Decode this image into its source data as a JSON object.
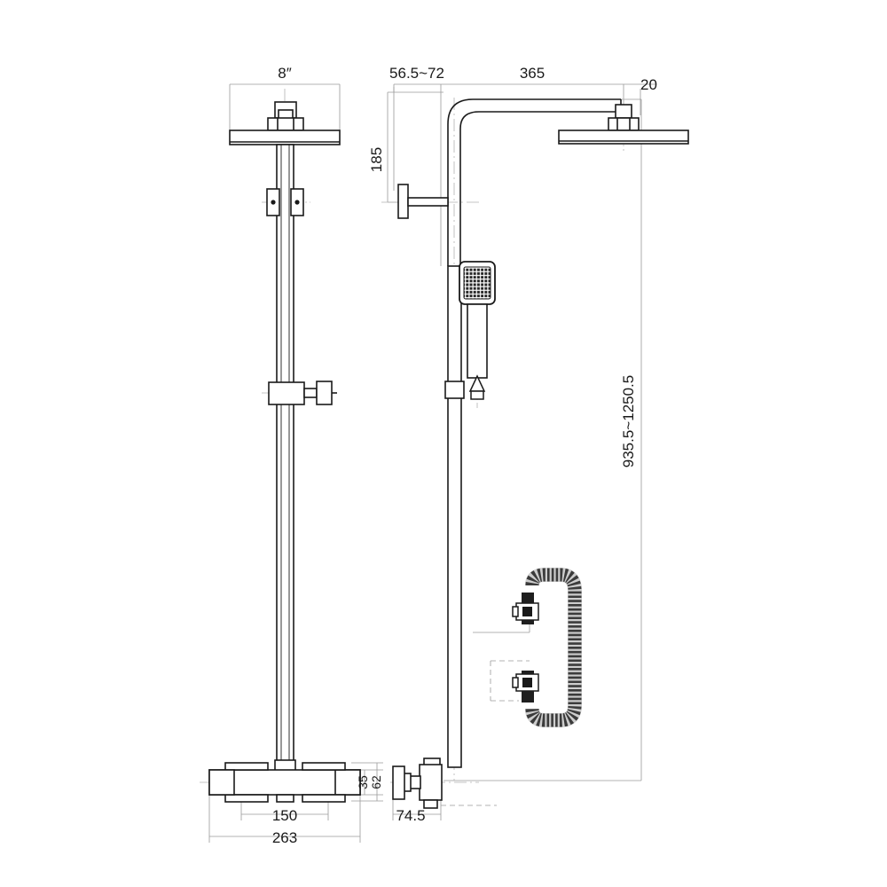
{
  "drawing": {
    "title": "Shower Column Technical Drawing",
    "background_color": "#ffffff",
    "line_color": "#1a1a1a",
    "thin_line_color": "#8c8c8c",
    "dimensions": {
      "head_diameter": "8″",
      "wall_offset_range": "56.5~72",
      "arm_reach": "365",
      "head_thickness": "20",
      "arm_rise": "185",
      "overall_height_range": "935.5~1250.5",
      "valve_centers": "150",
      "valve_body_width": "263",
      "valve_body_height_small": "35",
      "valve_body_height_large": "62",
      "valve_side_depth": "74.5"
    },
    "components": {
      "overhead_shower_front": "overhead-shower-head-front-view",
      "overhead_shower_side": "overhead-shower-head-side-view",
      "riser_rail_front": "riser-rail-front-view",
      "riser_rail_side": "riser-rail-side-view",
      "wall_bracket": "wall-mount-bracket",
      "slider_bracket": "slider-bracket",
      "handset": "hand-shower-handset",
      "hose": "coiled-flexible-hose",
      "mixer_valve_front": "thermostatic-mixer-valve-front-view",
      "mixer_valve_side": "thermostatic-mixer-valve-side-view"
    }
  }
}
